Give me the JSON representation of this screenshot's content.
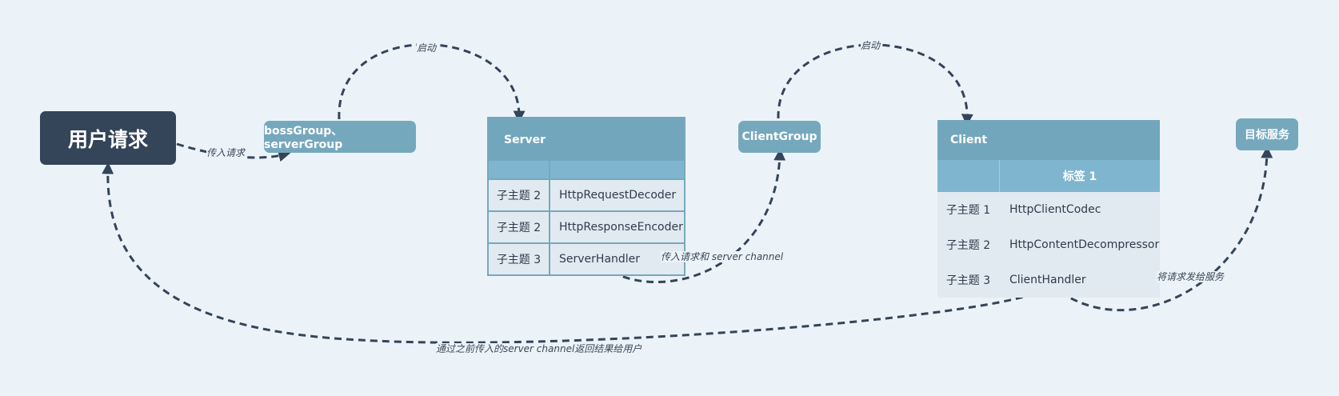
{
  "nodes": {
    "root": "用户请求",
    "boss_group": "bossGroup、serverGroup",
    "client_group": "ClientGroup",
    "target_service": "目标服务"
  },
  "server_table": {
    "title": "Server",
    "rows": [
      {
        "label": "子主题 2",
        "value": "HttpRequestDecoder"
      },
      {
        "label": "子主题 2",
        "value": "HttpResponseEncoder"
      },
      {
        "label": "子主题 3",
        "value": "ServerHandler"
      }
    ]
  },
  "client_table": {
    "title": "Client",
    "column_header": "标签 1",
    "rows": [
      {
        "label": "子主题 1",
        "value": "HttpClientCodec"
      },
      {
        "label": "子主题 2",
        "value": "HttpContentDecompressor"
      },
      {
        "label": "子主题 3",
        "value": "ClientHandler"
      }
    ]
  },
  "edge_labels": {
    "pass_request": "传入请求",
    "start_server": "启动",
    "start_client": "启动",
    "pass_request_channel": "传入请求和 server channel",
    "send_to_service": "将请求发给服务",
    "return_result": "通过之前传入的server channel返回结果给用户"
  },
  "colors": {
    "background": "#ebf3f9",
    "root": "#344459",
    "node": "#76a8bd",
    "table_header": "#72a6bc",
    "table_subheader": "#80b5d0",
    "table_body": "#e2eaf1",
    "connector": "#344459"
  }
}
